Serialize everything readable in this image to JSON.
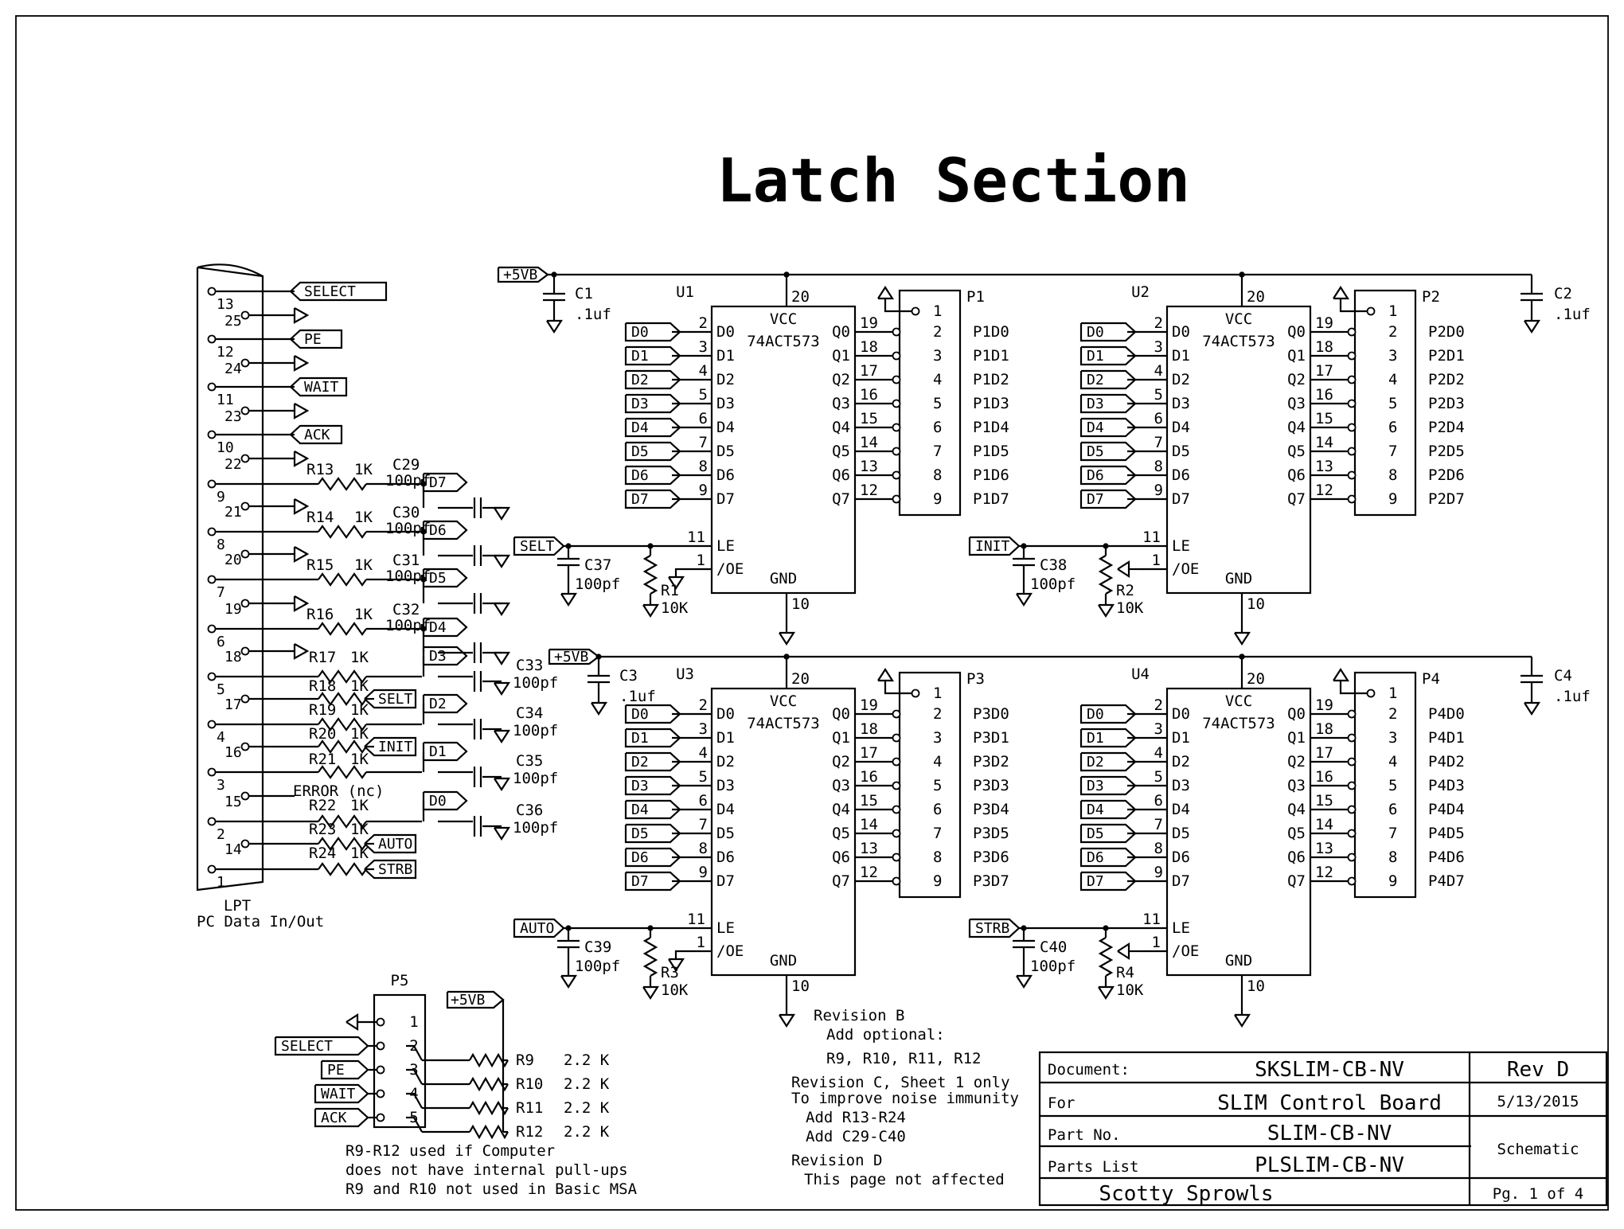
{
  "title": "Latch Section",
  "connector_lpt": {
    "label": "LPT",
    "sublabel": "PC Data In/Out",
    "pins_left": [
      "13",
      "12",
      "11",
      "10",
      "9",
      "8",
      "7",
      "6",
      "5",
      "4",
      "3",
      "2",
      "1"
    ],
    "pins_right": [
      "25",
      "24",
      "23",
      "22",
      "21",
      "20",
      "19",
      "18",
      "17",
      "16",
      "15",
      "14"
    ],
    "signals": {
      "select": "SELECT",
      "pe": "PE",
      "wait": "WAIT",
      "ack": "ACK",
      "selt": "SELT",
      "init": "INIT",
      "auto": "AUTO",
      "strb": "STRB",
      "error": "ERROR (nc)"
    },
    "resistors": [
      {
        "ref": "R13",
        "val": "1K"
      },
      {
        "ref": "R14",
        "val": "1K"
      },
      {
        "ref": "R15",
        "val": "1K"
      },
      {
        "ref": "R16",
        "val": "1K"
      },
      {
        "ref": "R17",
        "val": "1K"
      },
      {
        "ref": "R18",
        "val": "1K"
      },
      {
        "ref": "R19",
        "val": "1K"
      },
      {
        "ref": "R20",
        "val": "1K"
      },
      {
        "ref": "R21",
        "val": "1K"
      },
      {
        "ref": "R22",
        "val": "1K"
      },
      {
        "ref": "R23",
        "val": "1K"
      },
      {
        "ref": "R24",
        "val": "1K"
      }
    ],
    "data_tags": [
      "D7",
      "D6",
      "D5",
      "D4",
      "D3",
      "D2",
      "D1",
      "D0"
    ],
    "caps": [
      {
        "ref": "C29",
        "val": "100pf"
      },
      {
        "ref": "C30",
        "val": "100pf"
      },
      {
        "ref": "C31",
        "val": "100pf"
      },
      {
        "ref": "C32",
        "val": "100pf"
      },
      {
        "ref": "C33",
        "val": "100pf"
      },
      {
        "ref": "C34",
        "val": "100pf"
      },
      {
        "ref": "C35",
        "val": "100pf"
      },
      {
        "ref": "C36",
        "val": "100pf"
      }
    ]
  },
  "power_label": "+5VB",
  "chip_part": "74ACT573",
  "pin_names": {
    "vcc": "VCC",
    "gnd": "GND",
    "le": "LE",
    "oe": "/OE"
  },
  "d_pins": [
    "D0",
    "D1",
    "D2",
    "D3",
    "D4",
    "D5",
    "D6",
    "D7"
  ],
  "q_pins": [
    "Q0",
    "Q1",
    "Q2",
    "Q3",
    "Q4",
    "Q5",
    "Q6",
    "Q7"
  ],
  "d_nums": [
    "2",
    "3",
    "4",
    "5",
    "6",
    "7",
    "8",
    "9"
  ],
  "q_nums": [
    "19",
    "18",
    "17",
    "16",
    "15",
    "14",
    "13",
    "12"
  ],
  "hdr_nums": [
    "1",
    "2",
    "3",
    "4",
    "5",
    "6",
    "7",
    "8",
    "9"
  ],
  "chip_pin_nums": {
    "vcc": "20",
    "gnd": "10",
    "le": "11",
    "oe": "1"
  },
  "latches": [
    {
      "ref": "U1",
      "header": "P1",
      "le_signal": "SELT",
      "cap": {
        "ref": "C37",
        "val": "100pf"
      },
      "res": {
        "ref": "R1",
        "val": "10K"
      },
      "decap": {
        "ref": "C1",
        "val": ".1uf"
      },
      "outputs": [
        "P1D0",
        "P1D1",
        "P1D2",
        "P1D3",
        "P1D4",
        "P1D5",
        "P1D6",
        "P1D7"
      ]
    },
    {
      "ref": "U2",
      "header": "P2",
      "le_signal": "INIT",
      "cap": {
        "ref": "C38",
        "val": "100pf"
      },
      "res": {
        "ref": "R2",
        "val": "10K"
      },
      "decap": {
        "ref": "C2",
        "val": ".1uf"
      },
      "outputs": [
        "P2D0",
        "P2D1",
        "P2D2",
        "P2D3",
        "P2D4",
        "P2D5",
        "P2D6",
        "P2D7"
      ]
    },
    {
      "ref": "U3",
      "header": "P3",
      "le_signal": "AUTO",
      "cap": {
        "ref": "C39",
        "val": "100pf"
      },
      "res": {
        "ref": "R3",
        "val": "10K"
      },
      "decap": {
        "ref": "C3",
        "val": ".1uf"
      },
      "outputs": [
        "P3D0",
        "P3D1",
        "P3D2",
        "P3D3",
        "P3D4",
        "P3D5",
        "P3D6",
        "P3D7"
      ]
    },
    {
      "ref": "U4",
      "header": "P4",
      "le_signal": "STRB",
      "cap": {
        "ref": "C40",
        "val": "100pf"
      },
      "res": {
        "ref": "R4",
        "val": "10K"
      },
      "decap": {
        "ref": "C4",
        "val": ".1uf"
      },
      "outputs": [
        "P4D0",
        "P4D1",
        "P4D2",
        "P4D3",
        "P4D4",
        "P4D5",
        "P4D6",
        "P4D7"
      ]
    }
  ],
  "p5": {
    "ref": "P5",
    "pins": [
      "1",
      "2",
      "3",
      "4",
      "5"
    ],
    "signals": [
      "SELECT",
      "PE",
      "WAIT",
      "ACK"
    ],
    "resistors": [
      {
        "ref": "R9",
        "val": "2.2 K"
      },
      {
        "ref": "R10",
        "val": "2.2 K"
      },
      {
        "ref": "R11",
        "val": "2.2 K"
      },
      {
        "ref": "R12",
        "val": "2.2 K"
      }
    ],
    "notes": [
      "R9-R12 used if Computer",
      "does not have internal pull-ups",
      "R9 and R10 not used in Basic MSA"
    ]
  },
  "revisions": [
    "Revision B",
    "Add optional:",
    "R9, R10, R11, R12",
    "Revision C, Sheet 1 only",
    "To improve noise immunity",
    "Add R13-R24",
    "Add C29-C40",
    "Revision D",
    "This page not affected"
  ],
  "title_block": {
    "document_label": "Document:",
    "document": "SKSLIM-CB-NV",
    "rev": "Rev D",
    "for_label": "For",
    "for": "SLIM Control Board",
    "date": "5/13/2015",
    "part_label": "Part No.",
    "part": "SLIM-CB-NV",
    "parts_list_label": "Parts List",
    "parts_list": "PLSLIM-CB-NV",
    "type": "Schematic",
    "author": "Scotty Sprowls",
    "page": "Pg. 1 of 4"
  }
}
